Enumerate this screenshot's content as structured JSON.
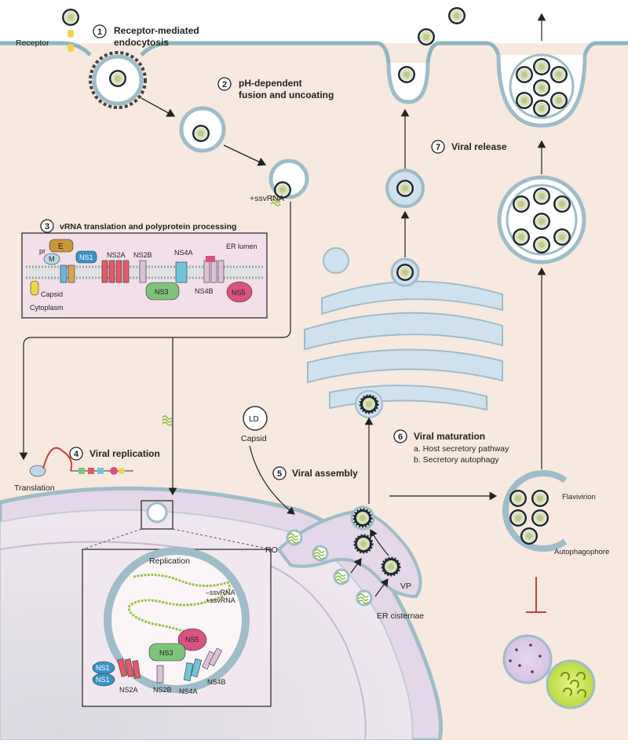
{
  "labels": {
    "receptor": "Receptor",
    "plus_ssvrna": "+ssvRNA",
    "translation": "Translation",
    "er_lumen": "ER lumen",
    "cytoplasm": "Cytoplasm",
    "capsid": "Capsid",
    "lipid_droplet": "LD",
    "ld_capsid": "Capsid",
    "ro": "RO",
    "vp": "VP",
    "er_cisternae": "ER cisternae",
    "flavivirion": "Flavivirion",
    "autophagophore": "Autophagophore",
    "replication": "Replication",
    "minus_ssvrna": "–ssvRNA",
    "plus_ssvrna_inset": "+ssvRNA"
  },
  "steps": [
    {
      "num": "1",
      "title_line1": "Receptor-mediated",
      "title_line2": "endocytosis"
    },
    {
      "num": "2",
      "title_line1": "pH-dependent",
      "title_line2": "fusion and uncoating"
    },
    {
      "num": "3",
      "title_line1": "vRNA translation and polyprotein processing"
    },
    {
      "num": "4",
      "title_line1": "Viral replication"
    },
    {
      "num": "5",
      "title_line1": "Viral assembly"
    },
    {
      "num": "6",
      "title_line1": "Viral maturation",
      "sub_a": "a. Host secretory pathway",
      "sub_b": "b. Secretory autophagy"
    },
    {
      "num": "7",
      "title_line1": "Viral release"
    }
  ],
  "polyprotein": {
    "pr": "pr",
    "M": "M",
    "E": "E",
    "NS1": "NS1",
    "NS2A": "NS2A",
    "NS2B": "NS2B",
    "NS3": "NS3",
    "NS4A": "NS4A",
    "NS4B": "NS4B",
    "NS5": "NS5"
  },
  "replication_complex": {
    "NS1_a": "NS1",
    "NS1_b": "NS1",
    "NS2A": "NS2A",
    "NS2B": "NS2B",
    "NS3": "NS3",
    "NS4A": "NS4A",
    "NS4B": "NS4B",
    "NS5": "NS5"
  },
  "colors": {
    "cytoplasm": "#f7e9df",
    "membrane": "#a9c8d0",
    "nucleus": "#e6dcea",
    "golgi": "#cfe0ee",
    "rna": "#9ac44b",
    "ns1": "#3a92c8",
    "ns2a": "#e4596a",
    "ns3": "#7ec37a",
    "ns4a": "#70c4d8",
    "ns5": "#d8537f",
    "envelope": "#c9973b",
    "inhibition": "#d13b3b"
  }
}
